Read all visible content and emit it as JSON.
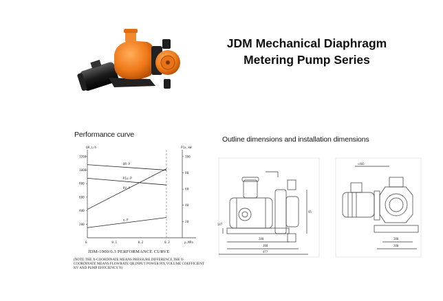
{
  "header": {
    "title_line1": "JDM Mechanical Diaphragm",
    "title_line2": "Metering Pump Series"
  },
  "sections": {
    "performance_label": "Performance curve",
    "outline_label": "Outline dimensions and installation dimensions"
  },
  "chart": {
    "title": "JDM-1000/0.3 PERFORMANCE CURVE",
    "note": "(NOTE:THE X-COORDINATE MEANS PRESSURE DIFFERENCE,THE Y-COORDINATE MEANS FLOWRATE QR,INPUT POWER PIX,VOLUME COEFFICIENT KV AND PUMP EFFICIENCY N)"
  },
  "chart_data": {
    "type": "line",
    "title": "JDM-1000/0.3 PERFORMANCE CURVE",
    "x_ticks": [
      "0",
      "0.1",
      "0.2",
      "0.3",
      "p,MPa"
    ],
    "y_left_ticks": [
      "1200",
      "1000",
      "800",
      "600",
      "400",
      "200"
    ],
    "y_right_ticks": [
      "100",
      "80",
      "60",
      "40",
      "20"
    ],
    "y_left_label": "QR,L/h",
    "y_right_label": "P1x,kW",
    "series": [
      {
        "name": "QR-P",
        "x": [
          0.0,
          0.3
        ],
        "y": [
          1080,
          1000
        ]
      },
      {
        "name": "P1x-P",
        "x": [
          0.0,
          0.3
        ],
        "y": [
          880,
          780
        ]
      },
      {
        "name": "KV-P",
        "x": [
          0.0,
          0.3
        ],
        "y": [
          420,
          1020
        ]
      },
      {
        "name": "η-P",
        "x": [
          0.0,
          0.3
        ],
        "y": [
          150,
          300
        ]
      }
    ]
  },
  "colors": {
    "pump_orange": "#f07a1a",
    "motor_black": "#1c1c1c"
  }
}
